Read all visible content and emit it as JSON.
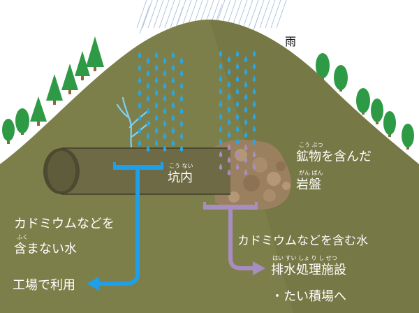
{
  "labels": {
    "rain": "雨",
    "tunnel": "坑内",
    "tunnel_reading": "こう ない",
    "ore_line1": "鉱物を含んだ",
    "ore_line1_reading": "こう ぶつ",
    "ore_line2": "岩盤",
    "ore_line2_reading": "がん ばん",
    "clean_water_line1": "カドミウムなどを",
    "clean_water_line2": "含まない水",
    "clean_water_reading": "ふく",
    "clean_use": "工場で利用",
    "cd_water": "カドミウムなどを含む水",
    "treatment_line1": "排水処理施設",
    "treatment_reading": "はい すい しょ り し せつ",
    "treatment_line2": "・たい積場へ"
  },
  "colors": {
    "sky": "#ffffff",
    "mountain": "#7d7f4a",
    "mountain_shadow": "#5d6138",
    "tree": "#2f9a46",
    "trunk": "#8a6a3a",
    "raindrop": "#2aa6e0",
    "clean_flow": "#1e9fe8",
    "cd_flow": "#a88dc0",
    "tunnel": "#6e6a45",
    "rock": "#9b8060",
    "label": "#ffffff"
  },
  "icons": {
    "rain": "raindrops",
    "tree": "conifer-tree"
  }
}
